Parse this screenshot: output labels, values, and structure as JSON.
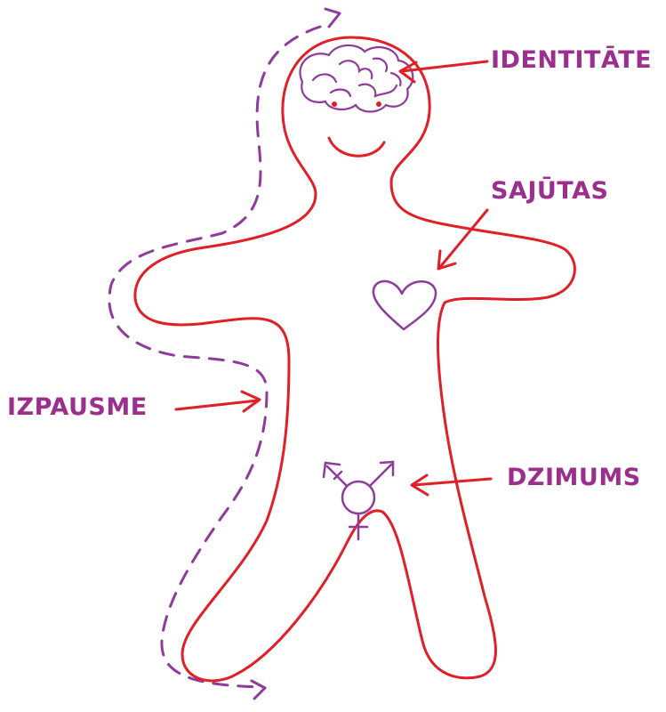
{
  "labels": {
    "identity": "IDENTITĀTE",
    "feelings": "SAJŪTAS",
    "expression": "IZPAUSME",
    "sex": "DZIMUMS"
  },
  "colors": {
    "label_text": "#9c2f8e",
    "body_outline": "#e01f26",
    "arrows": "#e01f26",
    "symbols": "#8e3c9a",
    "dashed_path": "#8e3c9a",
    "background": "#ffffff"
  },
  "icons": [
    "brain-icon",
    "heart-icon",
    "transgender-symbol-icon",
    "smile",
    "eyes"
  ]
}
